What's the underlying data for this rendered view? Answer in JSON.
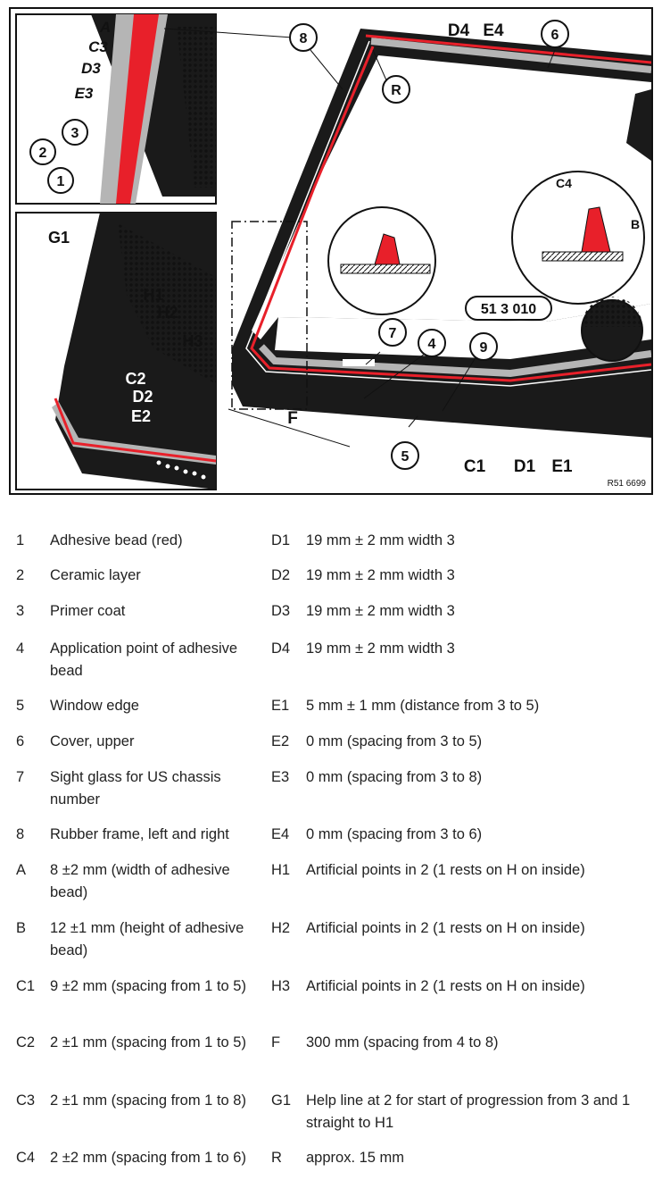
{
  "diagram": {
    "callouts": [
      "8",
      "R",
      "D4",
      "E4",
      "6",
      "A",
      "C3",
      "D3",
      "E3",
      "3",
      "2",
      "1",
      "G1",
      "H1",
      "H2",
      "H3",
      "C2",
      "D2",
      "E2",
      "7",
      "4",
      "9",
      "5",
      "F",
      "C1",
      "D1",
      "E1",
      "C4",
      "B",
      "51 3 010"
    ],
    "reference": "R51 6699",
    "colors": {
      "adhesive_bead": "#e8202a",
      "frame": "#1a1a1a",
      "ceramic": "#b5b5b5"
    }
  },
  "legend": {
    "left": [
      {
        "code": "1",
        "text": "Adhesive bead (red)"
      },
      {
        "code": "2",
        "text": "Ceramic layer"
      },
      {
        "code": "3",
        "text": "Primer coat"
      },
      {
        "code": "4",
        "text": "Application point of adhesive bead"
      },
      {
        "code": "5",
        "text": "Window edge"
      },
      {
        "code": "6",
        "text": "Cover, upper"
      },
      {
        "code": "7",
        "text": "Sight glass for US chassis number"
      },
      {
        "code": "8",
        "text": "Rubber frame, left and right"
      },
      {
        "code": "A",
        "text": "8 ±2 mm (width of adhesive bead)"
      },
      {
        "code": "B",
        "text": "12 ±1 mm (height of adhesive bead)"
      },
      {
        "code": "C1",
        "text": "9 ±2 mm (spacing from 1 to 5)"
      },
      {
        "code": "C2",
        "text": "2 ±1 mm (spacing from 1 to 5)"
      },
      {
        "code": "C3",
        "text": "2 ±1 mm (spacing from 1 to 8)"
      },
      {
        "code": "C4",
        "text": "2 ±2 mm (spacing from 1 to 6)"
      }
    ],
    "right": [
      {
        "code": "D1",
        "text": "19 mm ± 2 mm width 3"
      },
      {
        "code": "D2",
        "text": "19 mm ± 2 mm width 3"
      },
      {
        "code": "D3",
        "text": "19 mm ± 2 mm width 3"
      },
      {
        "code": "D4",
        "text": "19 mm ± 2 mm width 3"
      },
      {
        "code": "E1",
        "text": "5 mm ± 1 mm (distance from 3 to 5)"
      },
      {
        "code": "E2",
        "text": "0 mm (spacing from 3 to 5)"
      },
      {
        "code": "E3",
        "text": "0 mm (spacing from 3 to 8)"
      },
      {
        "code": "E4",
        "text": "0 mm (spacing from 3 to 6)"
      },
      {
        "code": "H1",
        "text": "Artificial points in 2 (1 rests on H on inside)"
      },
      {
        "code": "H2",
        "text": "Artificial points in 2 (1 rests on H on inside)"
      },
      {
        "code": "H3",
        "text": "Artificial points in 2 (1 rests on H on inside)"
      },
      {
        "code": "F",
        "text": "300 mm (spacing from 4 to 8)"
      },
      {
        "code": "G1",
        "text": "Help line at 2 for start of progression from 3 and 1 straight to H1"
      },
      {
        "code": "R",
        "text": "approx. 15 mm"
      }
    ]
  }
}
